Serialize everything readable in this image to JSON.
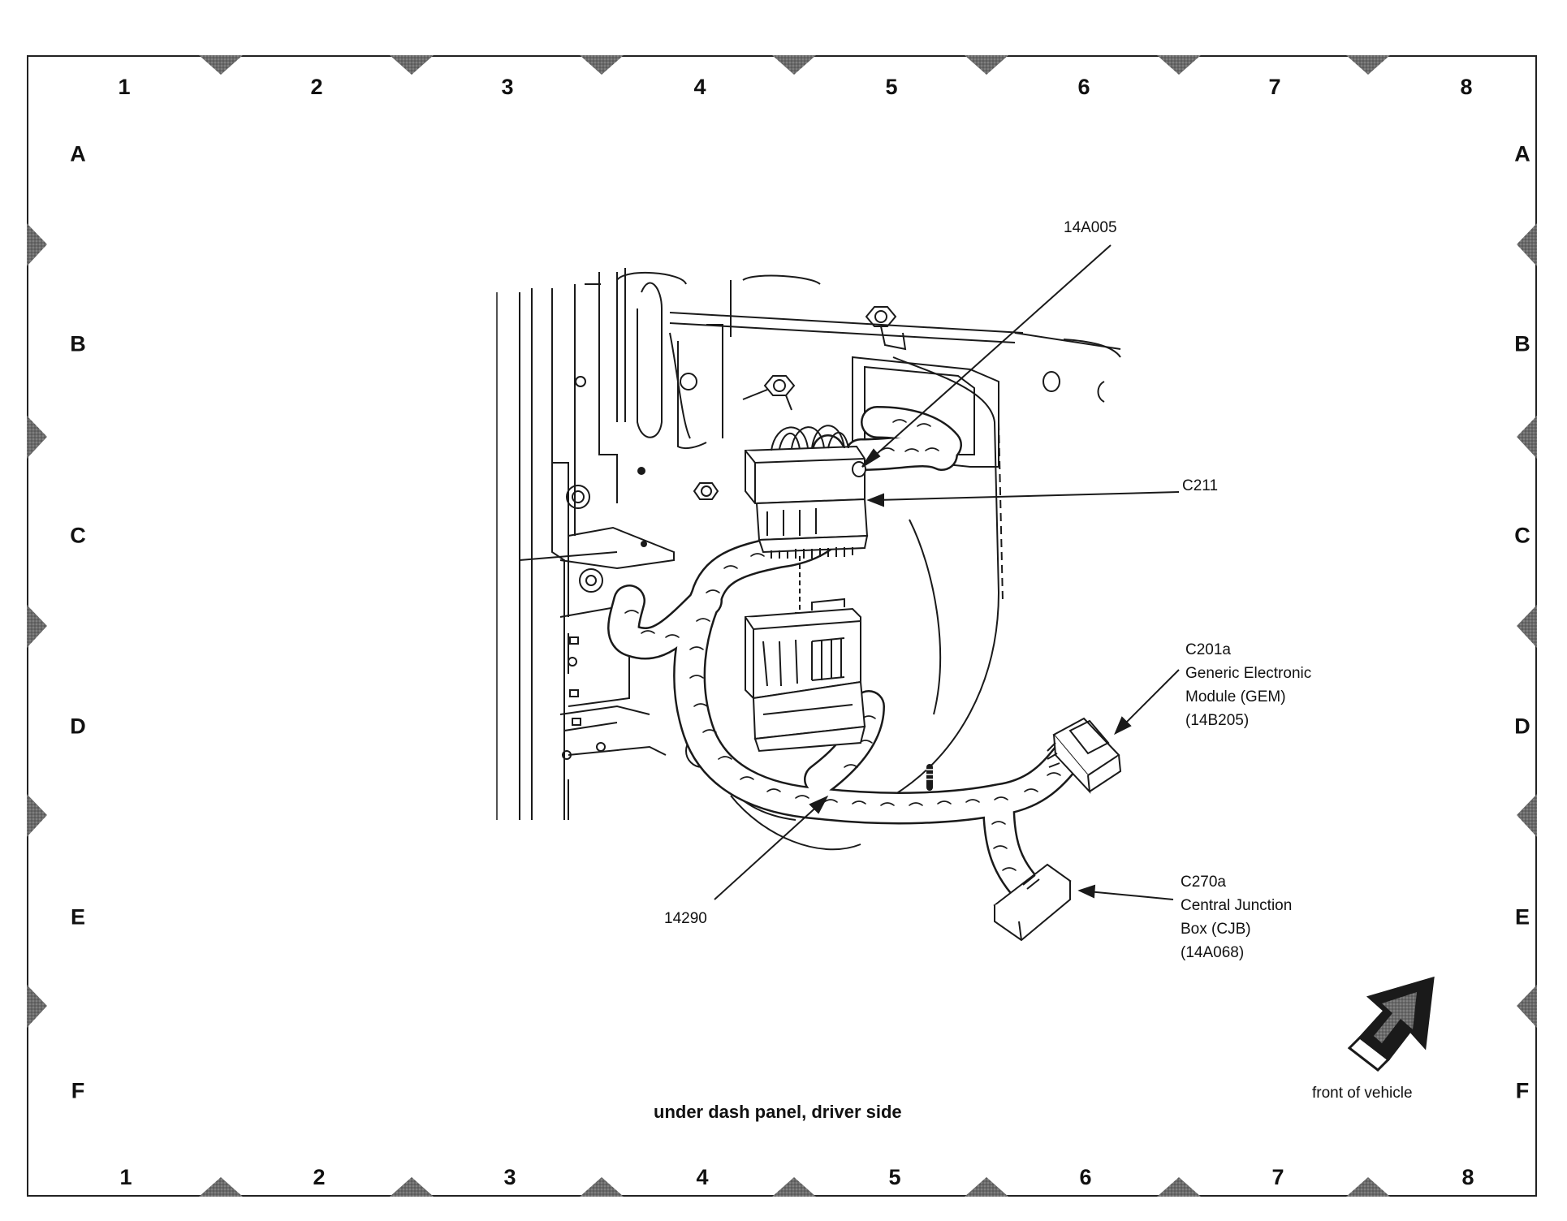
{
  "grid": {
    "columns": [
      "1",
      "2",
      "3",
      "4",
      "5",
      "6",
      "7",
      "8"
    ],
    "rows": [
      "A",
      "B",
      "C",
      "D",
      "E",
      "F"
    ]
  },
  "callouts": {
    "part_14a005": "14A005",
    "c211": "C211",
    "c201a": {
      "id": "C201a",
      "line1": "Generic Electronic",
      "line2": "Module (GEM)",
      "line3": "(14B205)"
    },
    "c270a": {
      "id": "C270a",
      "line1": "Central Junction",
      "line2": "Box (CJB)",
      "line3": "(14A068)"
    },
    "part_14290": "14290"
  },
  "caption": "under dash panel, driver side",
  "orientation_label": "front of vehicle",
  "icons": [
    "front-of-vehicle-arrow-icon"
  ],
  "colors": {
    "line": "#1a1a1a",
    "marker": "#555555",
    "background": "#ffffff"
  }
}
